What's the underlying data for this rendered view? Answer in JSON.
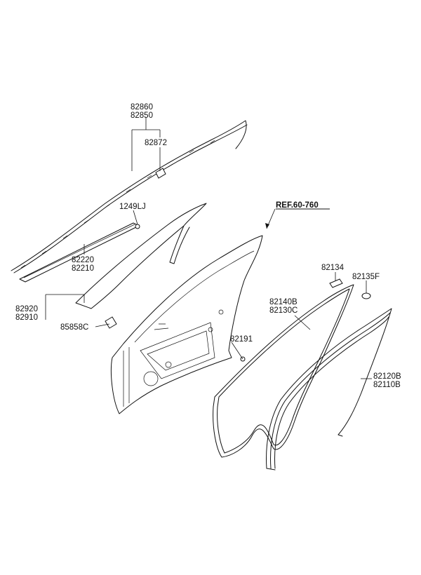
{
  "diagram": {
    "reference": "REF.60-760",
    "labels": {
      "l82860": "82860",
      "l82850": "82850",
      "l82872": "82872",
      "l1249LJ": "1249LJ",
      "l82220": "82220",
      "l82210": "82210",
      "l82920": "82920",
      "l82910": "82910",
      "l85858C": "85858C",
      "l82191": "82191",
      "l82134": "82134",
      "l82135F": "82135F",
      "l82140B": "82140B",
      "l82130C": "82130C",
      "l82120B": "82120B",
      "l82110B": "82110B"
    }
  }
}
